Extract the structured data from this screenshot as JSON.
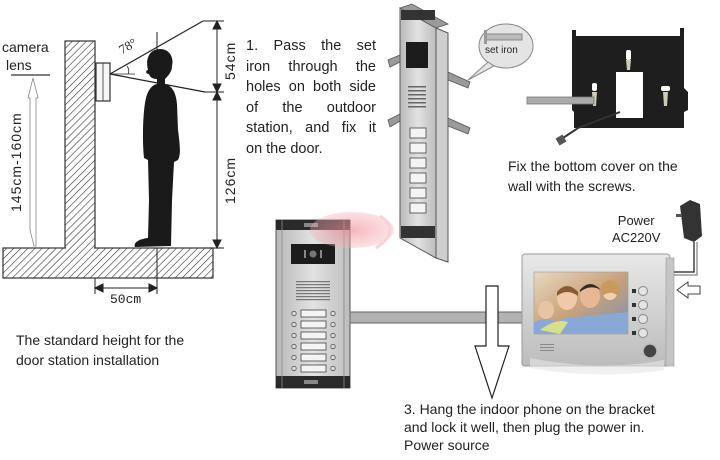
{
  "figure": {
    "title": "Video door phone installation guide",
    "colors": {
      "ink": "#222222",
      "wall_hatch": "#333333",
      "panel_silver": "#c8c8c8",
      "panel_dark": "#2a2a2a",
      "bracket_black": "#1e1e1e",
      "monitor_frame": "#d6d6d6",
      "cable_gray": "#a8a8a8",
      "watermark_pink": "#f2a0a8"
    }
  },
  "height_diagram": {
    "camera_label_line1": "camera",
    "camera_label_line2": "lens",
    "angle_label": "78°",
    "top_dimension": "54cm",
    "bottom_dimension": "126cm",
    "range_label": "145cm-160cm",
    "floor_distance": "50cm",
    "caption_line1": "The standard height for the",
    "caption_line2": "door station installation"
  },
  "step1": {
    "lines": [
      "1. Pass the set",
      "iron through the",
      "holes on both side",
      "of the outdoor",
      "station, and fix it",
      "on the door."
    ],
    "callout_label": "set iron"
  },
  "step2": {
    "line1": "Fix the bottom cover on the",
    "line2": "wall with the screws."
  },
  "power": {
    "line1": "Power",
    "line2": "AC220V"
  },
  "step3": {
    "line1": "3. Hang the indoor phone on the bracket",
    "line2": "and lock it well, then plug the power in.",
    "line3": "Power source"
  },
  "outdoor_station": {
    "call_buttons": 6
  },
  "indoor_monitor": {
    "side_buttons": 4
  }
}
